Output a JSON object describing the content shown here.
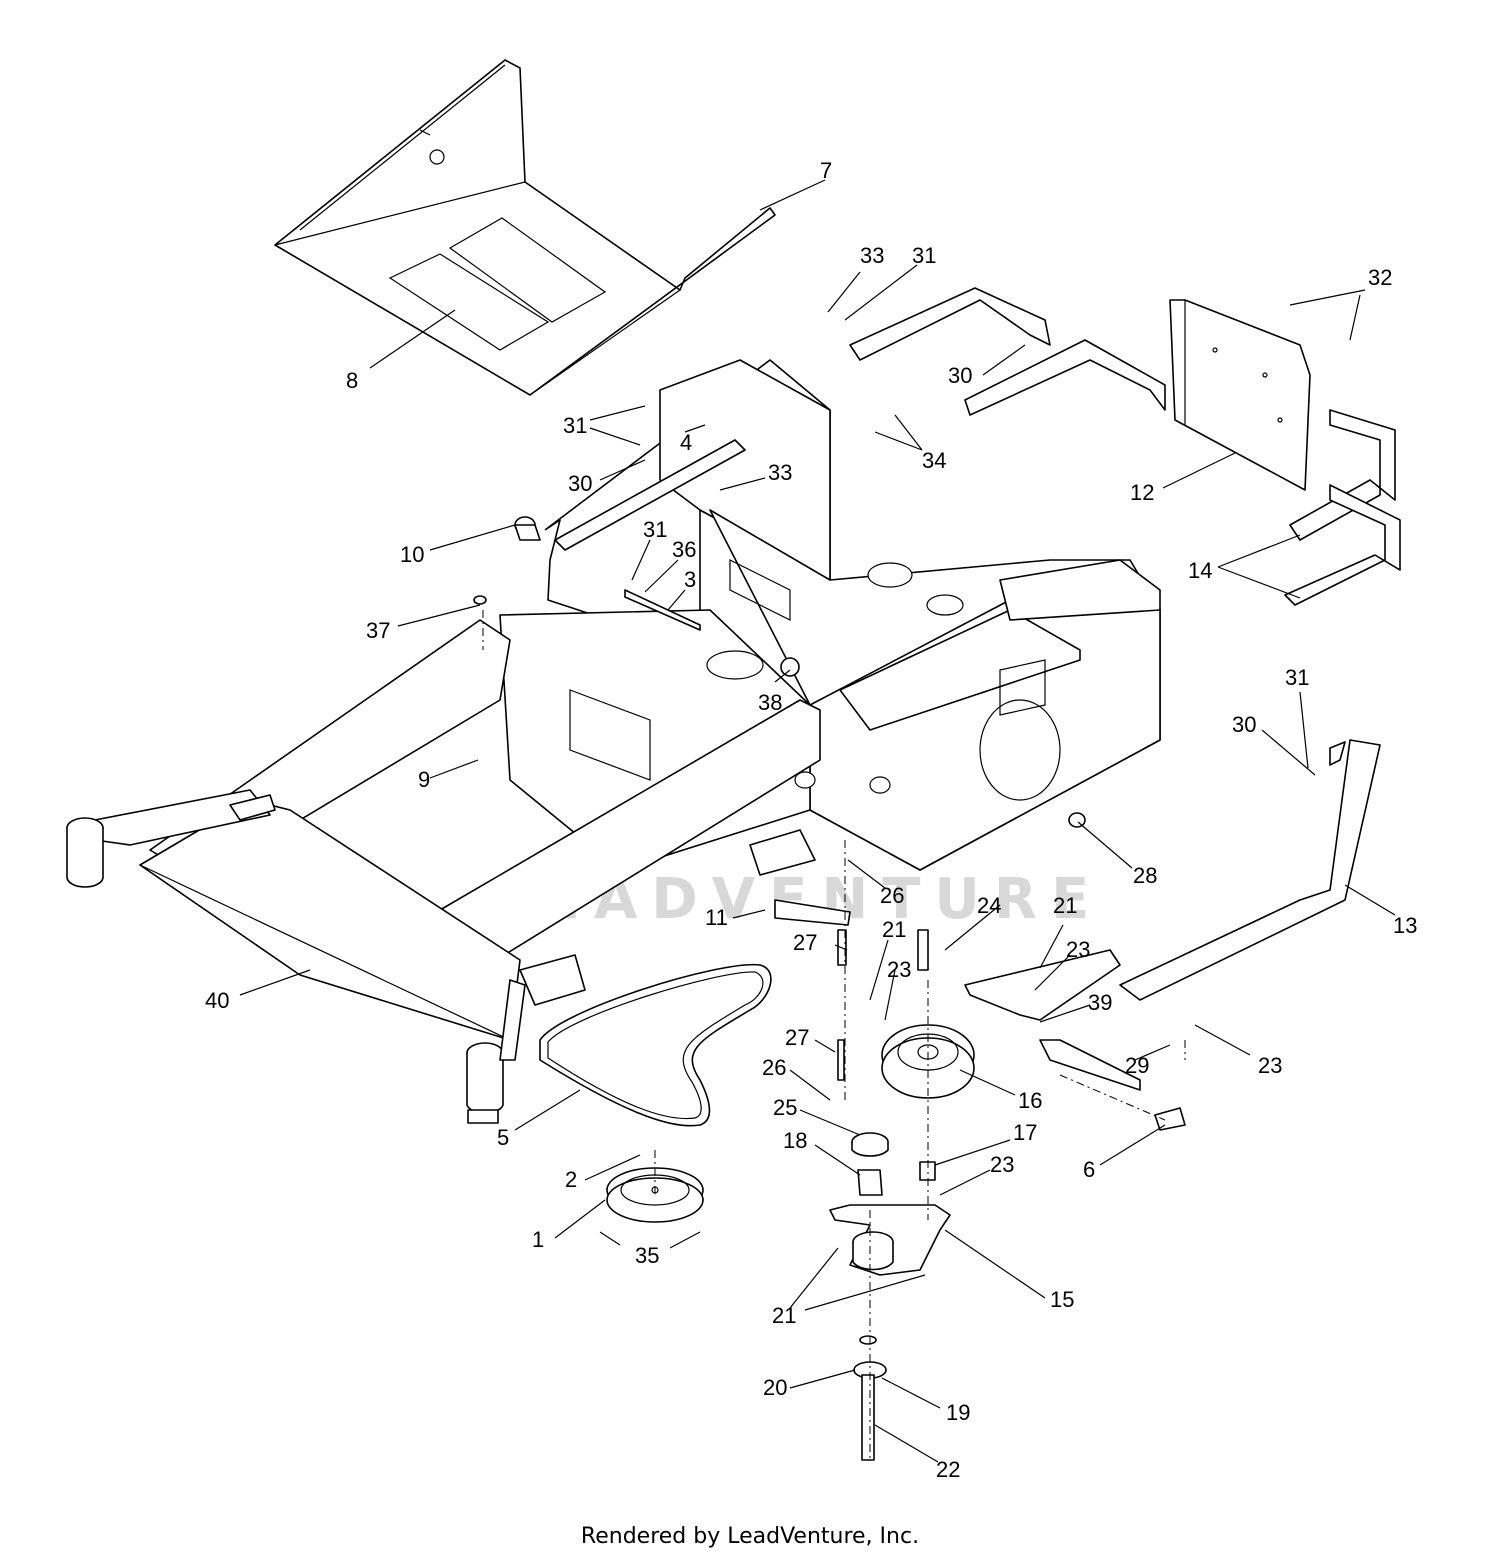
{
  "watermark": "LEADVENTURE",
  "caption": "Rendered by LeadVenture, Inc.",
  "callouts": [
    "7",
    "8",
    "33",
    "31",
    "32",
    "30",
    "31",
    "4",
    "30",
    "33",
    "34",
    "12",
    "14",
    "10",
    "31",
    "36",
    "3",
    "37",
    "38",
    "31",
    "30",
    "9",
    "28",
    "13",
    "26",
    "24",
    "21",
    "11",
    "27",
    "21",
    "23",
    "23",
    "39",
    "40",
    "27",
    "29",
    "23",
    "26",
    "16",
    "25",
    "17",
    "5",
    "18",
    "23",
    "6",
    "2",
    "1",
    "35",
    "15",
    "21",
    "20",
    "19",
    "22"
  ]
}
